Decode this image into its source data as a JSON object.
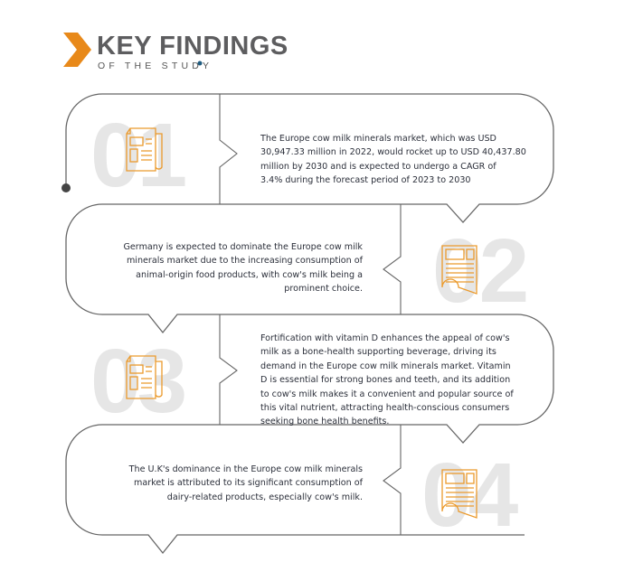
{
  "header": {
    "title": "KEY FINDINGS",
    "subtitle": "OF THE STUDY",
    "accent_color": "#e8891a"
  },
  "findings": [
    {
      "number": "01",
      "icon": "newspaper-icon",
      "lines": [
        "The Europe cow milk minerals market, which was USD",
        "30,947.33  million in 2022, would rocket up to USD 40,437.80",
        "million by 2030 and is expected to undergo a CAGR of",
        "3.4% during the forecast period of 2023 to 2030"
      ]
    },
    {
      "number": "02",
      "icon": "newspaper-icon",
      "lines": [
        "Germany is expected to dominate the Europe cow milk",
        "minerals market due to the increasing consumption of",
        "animal-origin food products, with cow's milk being a",
        "prominent choice."
      ]
    },
    {
      "number": "03",
      "icon": "newspaper-icon",
      "lines": [
        "Fortification with vitamin D enhances the appeal of cow's",
        "milk as a bone-health supporting beverage, driving its",
        "demand in the Europe cow milk minerals market. Vitamin",
        "D is essential for strong bones and teeth, and its addition",
        "to cow's milk makes it a convenient and popular source of",
        "this vital nutrient, attracting health-conscious consumers",
        "seeking bone health benefits."
      ]
    },
    {
      "number": "04",
      "icon": "newspaper-icon",
      "lines": [
        "The U.K's dominance in the Europe cow milk minerals",
        "market is attributed to its significant consumption of",
        "dairy-related products, especially cow's milk."
      ]
    }
  ]
}
